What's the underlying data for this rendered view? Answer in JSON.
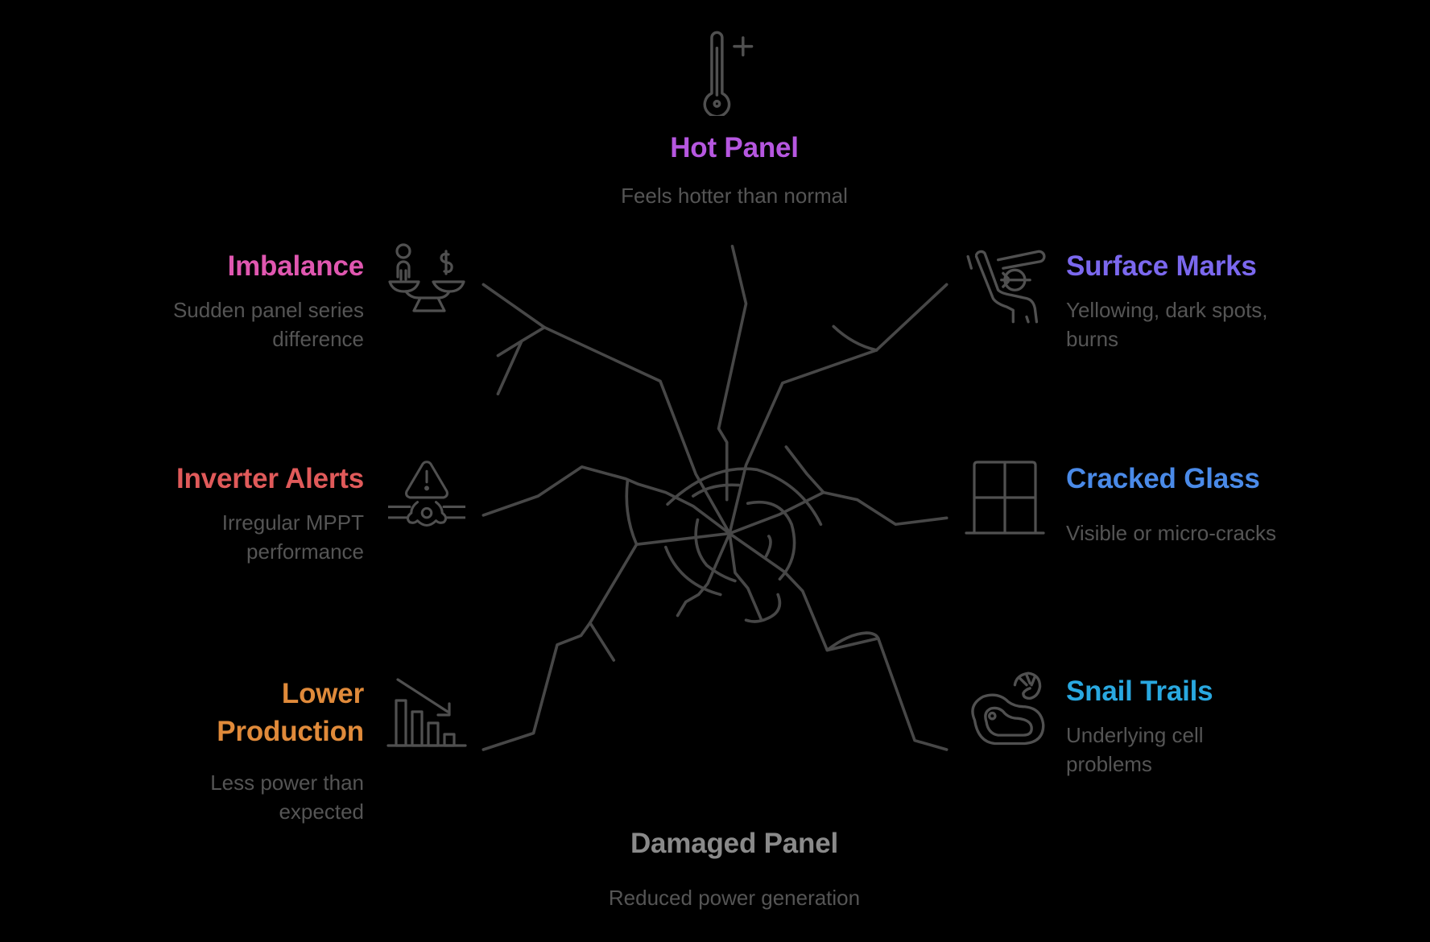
{
  "diagram": {
    "center": {
      "title": "Damaged Panel",
      "description": "Reduced power generation",
      "color": "#8a8a8a"
    },
    "symptoms": [
      {
        "id": "hot-panel",
        "title": "Hot Panel",
        "description": "Feels hotter than normal",
        "color": "#b657e0",
        "icon": "thermometer-plus-icon",
        "position": "top"
      },
      {
        "id": "imbalance",
        "title": "Imbalance",
        "description": "Sudden panel series difference",
        "color": "#e057b0",
        "icon": "balance-scale-icon",
        "position": "upper-left"
      },
      {
        "id": "surface-marks",
        "title": "Surface Marks",
        "description": "Yellowing, dark spots, burns",
        "color": "#7b68ee",
        "icon": "surface-marks-icon",
        "position": "upper-right"
      },
      {
        "id": "inverter-alerts",
        "title": "Inverter Alerts",
        "description": "Irregular MPPT performance",
        "color": "#e05a5a",
        "icon": "inverter-warning-icon",
        "position": "middle-left"
      },
      {
        "id": "cracked-glass",
        "title": "Cracked Glass",
        "description": "Visible or micro-cracks",
        "color": "#4a8ae8",
        "icon": "window-pane-icon",
        "position": "middle-right"
      },
      {
        "id": "lower-production",
        "title": "Lower Production",
        "title_lines": [
          "Lower",
          "Production"
        ],
        "description": "Less power than expected",
        "color": "#e08a3a",
        "icon": "declining-bar-chart-icon",
        "position": "lower-left"
      },
      {
        "id": "snail-trails",
        "title": "Snail Trails",
        "description": "Underlying cell problems",
        "color": "#29a8e0",
        "icon": "snail-trail-icon",
        "position": "lower-right"
      }
    ],
    "line_color": "#474747",
    "icon_color": "#505050",
    "description_color": "#555555",
    "background": "#000000"
  }
}
